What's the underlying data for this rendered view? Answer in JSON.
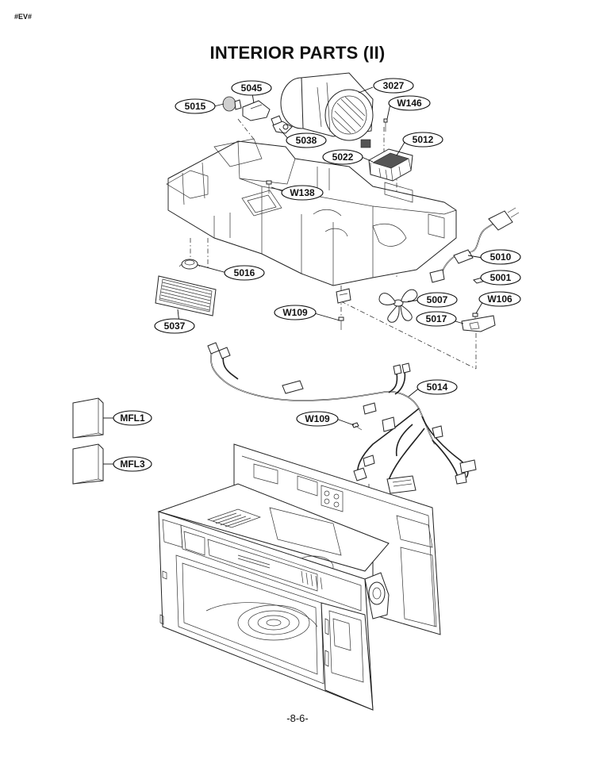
{
  "header": {
    "corner_tag": "#EV#",
    "title": "INTERIOR PARTS (II)"
  },
  "footer": {
    "page_number": "-8-6-"
  },
  "callouts": {
    "c5045": "5045",
    "c3027": "3027",
    "c5015": "5015",
    "cW146": "W146",
    "c5038": "5038",
    "c5012": "5012",
    "c5022": "5022",
    "cW138": "W138",
    "c5010": "5010",
    "c5016": "5016",
    "c5001": "5001",
    "c5007": "5007",
    "cW106": "W106",
    "cW109a": "W109",
    "c5017": "5017",
    "c5037": "5037",
    "c5014": "5014",
    "cW109b": "W109",
    "cMFL1": "MFL1",
    "cMFL3": "MFL3"
  }
}
